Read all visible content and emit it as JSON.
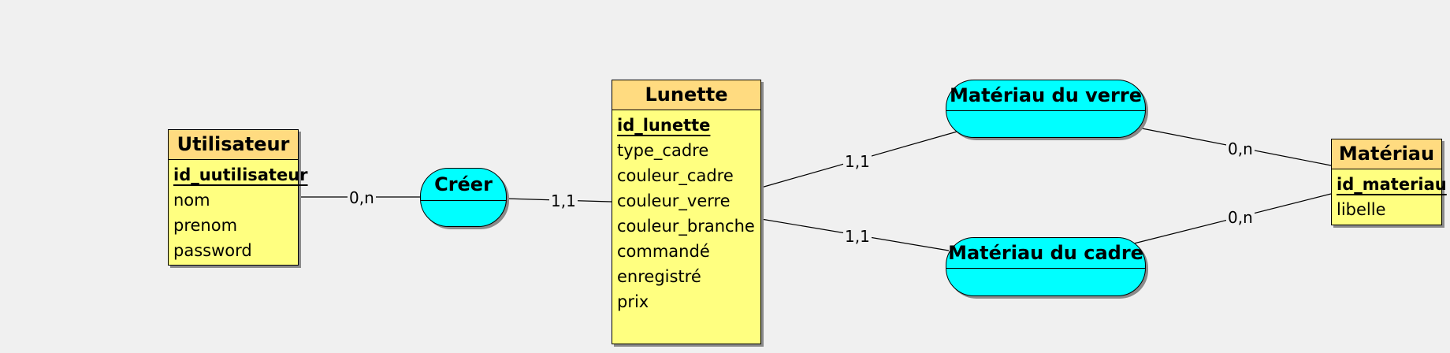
{
  "entities": {
    "utilisateur": {
      "name": "Utilisateur",
      "key": "id_uutilisateur",
      "attributes": [
        "nom",
        "prenom",
        "password"
      ]
    },
    "lunette": {
      "name": "Lunette",
      "key": "id_lunette",
      "attributes": [
        "type_cadre",
        "couleur_cadre",
        "couleur_verre",
        "couleur_branche",
        "commandé",
        "enregistré",
        "prix"
      ]
    },
    "materiau": {
      "name": "Matériau",
      "key": "id_materiau",
      "attributes": [
        "libelle"
      ]
    }
  },
  "associations": {
    "creer": {
      "name": "Créer"
    },
    "materiau_verre": {
      "name": "Matériau du verre"
    },
    "materiau_cadre": {
      "name": "Matériau du cadre"
    }
  },
  "cardinalities": {
    "utilisateur_creer": "0,n",
    "creer_lunette": "1,1",
    "lunette_verre": "1,1",
    "lunette_cadre": "1,1",
    "verre_materiau": "0,n",
    "cadre_materiau": "0,n"
  },
  "colors": {
    "entity_fill": "#ffff80",
    "entity_header": "#ffdb80",
    "association_fill": "#00ffff",
    "background": "#f0f0f0"
  }
}
